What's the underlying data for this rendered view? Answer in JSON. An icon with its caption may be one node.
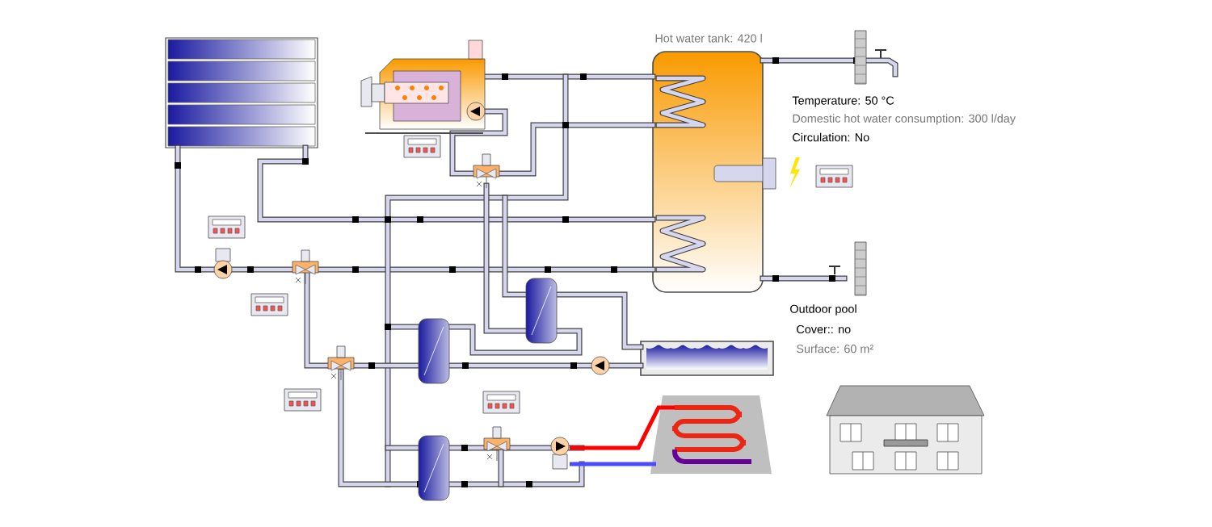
{
  "diagram": {
    "nodes": [
      {
        "text": [
          "Hot water tank: 420 l"
        ],
        "beside": [
          "Temperature: 50 °C",
          "Domestic hot water consumption: 300 l/day",
          "Circulation: No"
        ]
      },
      {
        "text": [],
        "shape": "box",
        "beside": [
          "Outdoor pool",
          "Cover:: no",
          "Surface: 60 m²"
        ]
      }
    ]
  }
}
